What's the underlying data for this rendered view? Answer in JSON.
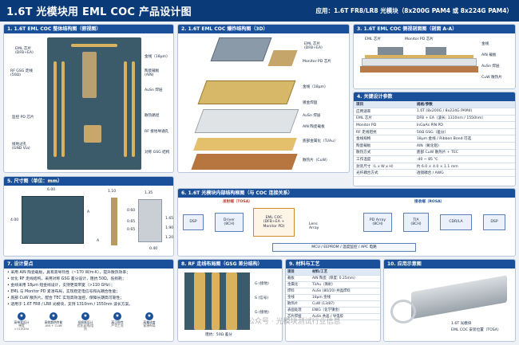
{
  "header": {
    "title": "1.6T 光模块用 EML COC 产品设计图",
    "application": "应用：1.6T FR8/LR8 光模块（8x200G PAM4 或 8x224G PAM4）"
  },
  "p1": {
    "title": "1. 1.6T EML COC 整体结构图（俯视图）",
    "labels": {
      "eml": "EML 芯片\n(DFB+EA)",
      "rf": "RF GSG 走线\n(50Ω)",
      "mpd": "监控 PD 芯片",
      "via": "接地过孔\n(GND Via)",
      "wire": "金线（18μm）",
      "ceramic": "陶瓷载板\n(AlN)",
      "ausn": "AuSn 焊层",
      "hs": "散热路径",
      "rfgnd": "RF 接地导通孔",
      "gsg": "对称 GSG 结构"
    }
  },
  "p2": {
    "title": "2. 1.6T EML COC 爆炸结构图（3D）",
    "labels": {
      "eml": "EML 芯片\n(DFB+EA)",
      "mpd": "Monitor PD 芯片",
      "wire": "金线（18μm）",
      "metal": "镀金焊盘",
      "ausn": "AuSn 焊层",
      "aln": "AlN 陶瓷载板",
      "bottom": "底部金属化（Ti/Au）",
      "hs": "散热片（CuW）"
    }
  },
  "p3": {
    "title": "3. 1.6T EML COC 侧视剖面图（剖面 A-A）",
    "labels": {
      "eml": "EML 芯片",
      "mpd": "Monitor PD 芯片",
      "wire": "金线",
      "aln": "AlN 载板",
      "ausn": "AuSn 焊层",
      "cuw": "CuW 散热片"
    }
  },
  "p4": {
    "title": "4. 关键设计参数",
    "headers": [
      "项目",
      "规格/参数"
    ],
    "rows": [
      [
        "应用速率",
        "1.6T (8x200G / 8x224G PAM4)"
      ],
      [
        "EML 芯片",
        "DFB + EA（波长: 1310nm / 1550nm）"
      ],
      [
        "Monitor PD",
        "InGaAs PIN PD"
      ],
      [
        "RF 走线阻抗",
        "50Ω GSG（差分）"
      ],
      [
        "金线规格",
        "18μm 金线 / Ribbon Bond 可选"
      ],
      [
        "陶瓷载板",
        "AlN（氮化铝）"
      ],
      [
        "散热方式",
        "底部 CuW 散热片 + TEC"
      ],
      [
        "工作温度",
        "-40 ~ 85 ℃"
      ],
      [
        "封装尺寸（L x W x H）",
        "约 6.0 × 4.0 × 1.1 mm"
      ],
      [
        "光纤耦合方式",
        "透镜耦合 / AWG"
      ]
    ]
  },
  "p5": {
    "title": "5. 尺寸图（单位：mm）",
    "dims": {
      "w": "6.00",
      "h": "4.00",
      "t1": "1.10",
      "d135": "1.35",
      "d165": "1.65",
      "d060": "0.60",
      "d065a": "0.65",
      "d065b": "0.65",
      "d120": "1.20",
      "d190": "1.90",
      "d040": "0.40",
      "a1": "A",
      "a2": "A"
    }
  },
  "p6": {
    "title": "6. 1.6T 光模块内部结构框图（与 COC 连接关系）",
    "tx": "发射端（TOSA）",
    "rx": "接收端（ROSA）",
    "dsp": "DSP",
    "driver": "Driver\n(8CH)",
    "coc": "EML COC\n(DFB+EA +\nMonitor PD)",
    "lens": "Lens\nArray",
    "pd": "PD Array\n(8CH)",
    "tia": "TIA\n(8CH)",
    "cdr": "CDR/LA",
    "dsp2": "DSP",
    "bus": "MCU / EEPROM / 温度监控 / APC 电路"
  },
  "p7": {
    "title": "7. 设计要点",
    "points": [
      "• 采用 AlN 陶瓷载板，具有高导热性（~170 W/m·K），提升散热效率；",
      "• 优化 RF 走线结构，采用对称 GSG 差分设计，阻抗 50Ω，低损耗；",
      "• 金线采用 18μm 短金线设计，支持更高带宽（>110 GHz）；",
      "• EML 与 Monitor PD 紧凑布局，实现稳定电信号和光耦合性能；",
      "• 底部 CuW 散热片，配合 TEC 实现高效温控，保障长期高可靠性；",
      "• 适用于 1.6T FR8 / LR8 光模块，支持 1310nm / 1550nm 波长方案。"
    ],
    "badges": [
      [
        "高带宽设计",
        "带宽 >110GHz"
      ],
      [
        "高效散热性能",
        "AlN + CuW"
      ],
      [
        "低损耗设计",
        "优化走线/阻抗"
      ],
      [
        "高可靠性",
        "严苛工况"
      ],
      [
        "高集成度",
        "紧凑布局"
      ]
    ]
  },
  "p8": {
    "title": "8. RF 走线布局图（GSG 差分结构）",
    "labels": {
      "g1": "G (接地)",
      "s": "S (信号)",
      "g2": "G (接地)",
      "note": "阻抗：50Ω 差分"
    }
  },
  "p9": {
    "title": "9. 材料与工艺",
    "headers": [
      "项目",
      "材料/工艺"
    ],
    "rows": [
      [
        "载板",
        "AlN 陶瓷（厚度: 0.25mm）"
      ],
      [
        "金属化",
        "Ti/Au（溅射）"
      ],
      [
        "焊料",
        "AuSn (80/20) 共晶焊料"
      ],
      [
        "金线",
        "18μm 金线"
      ],
      [
        "散热片",
        "CuW (13/87)"
      ],
      [
        "表面处理",
        "ENIG（化学镍金）"
      ],
      [
        "芯片焊接",
        "AuSn 共晶 / 导电胶"
      ]
    ]
  },
  "p10": {
    "title": "10. 应用示意图",
    "labels": {
      "module": "1.6T 光模块",
      "coc": "EML COC 安装位置（TOSA）"
    }
  },
  "watermark": "公众号 · 光模块测试行业信息"
}
